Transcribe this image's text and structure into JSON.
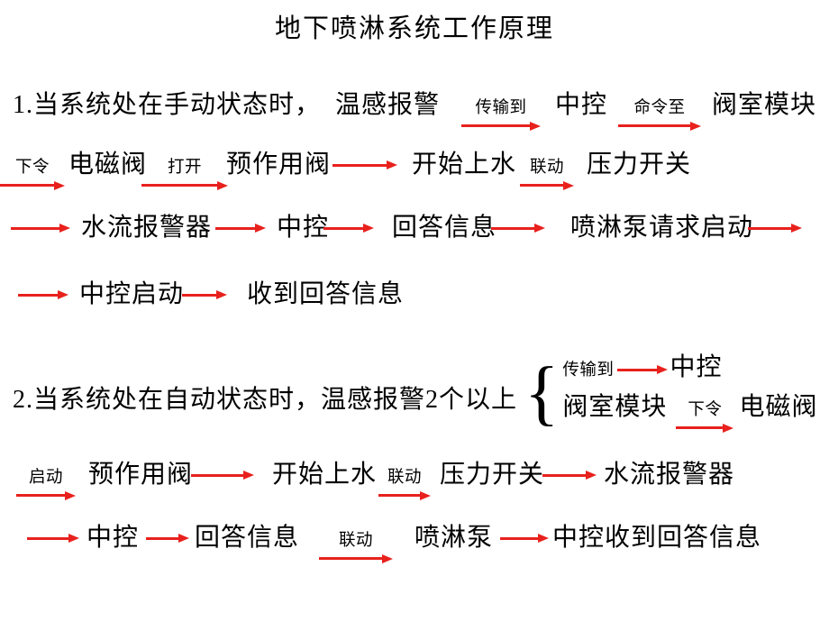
{
  "title": "地下喷淋系统工作原理",
  "colors": {
    "arrow": "#e8211d",
    "text": "#000000",
    "background": "#ffffff"
  },
  "manual": {
    "heading": "1.当系统处在手动状态时，",
    "temp_alarm": "温感报警",
    "transmit_to": "传输到",
    "central_control": "中控",
    "command_to": "命令至",
    "valve_room_module": "阀室模块",
    "issue_order": "下令",
    "solenoid_valve": "电磁阀",
    "open": "打开",
    "preaction_valve": "预作用阀",
    "start_water": "开始上水",
    "linkage": "联动",
    "pressure_switch": "压力开关",
    "water_flow_alarm": "水流报警器",
    "central_control2": "中控",
    "reply_info": "回答信息",
    "pump_request_start": "喷淋泵请求启动",
    "central_start": "中控启动",
    "receive_reply": "收到回答信息"
  },
  "auto": {
    "heading": "2.当系统处在自动状态时，温感报警2个以上",
    "brace": "{",
    "transmit_to": "传输到",
    "central_control": "中控",
    "valve_room_module": "阀室模块",
    "issue_order": "下令",
    "solenoid_valve": "电磁阀",
    "start": "启动",
    "preaction_valve": "预作用阀",
    "start_water": "开始上水",
    "linkage": "联动",
    "pressure_switch": "压力开关",
    "water_flow_alarm": "水流报警器",
    "central_control2": "中控",
    "reply_info": "回答信息",
    "linkage2": "联动",
    "spray_pump": "喷淋泵",
    "central_receive_reply": "中控收到回答信息"
  }
}
